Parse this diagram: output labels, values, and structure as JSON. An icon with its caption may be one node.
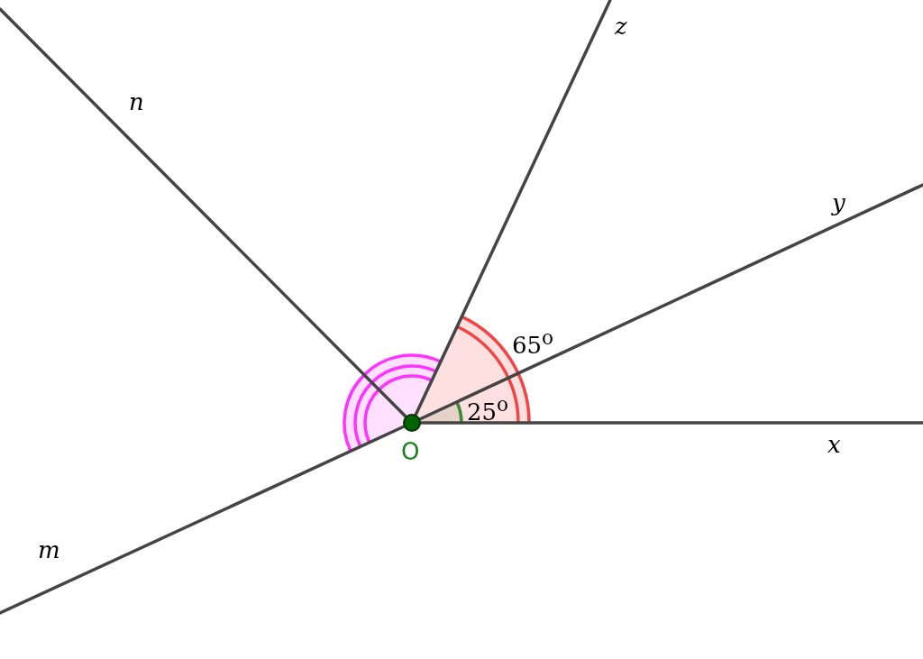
{
  "diagram": {
    "labels": [
      "z",
      "n",
      "y",
      "65$^{o}$",
      "25$^{o}$",
      "O",
      "x",
      "m"
    ]
  }
}
